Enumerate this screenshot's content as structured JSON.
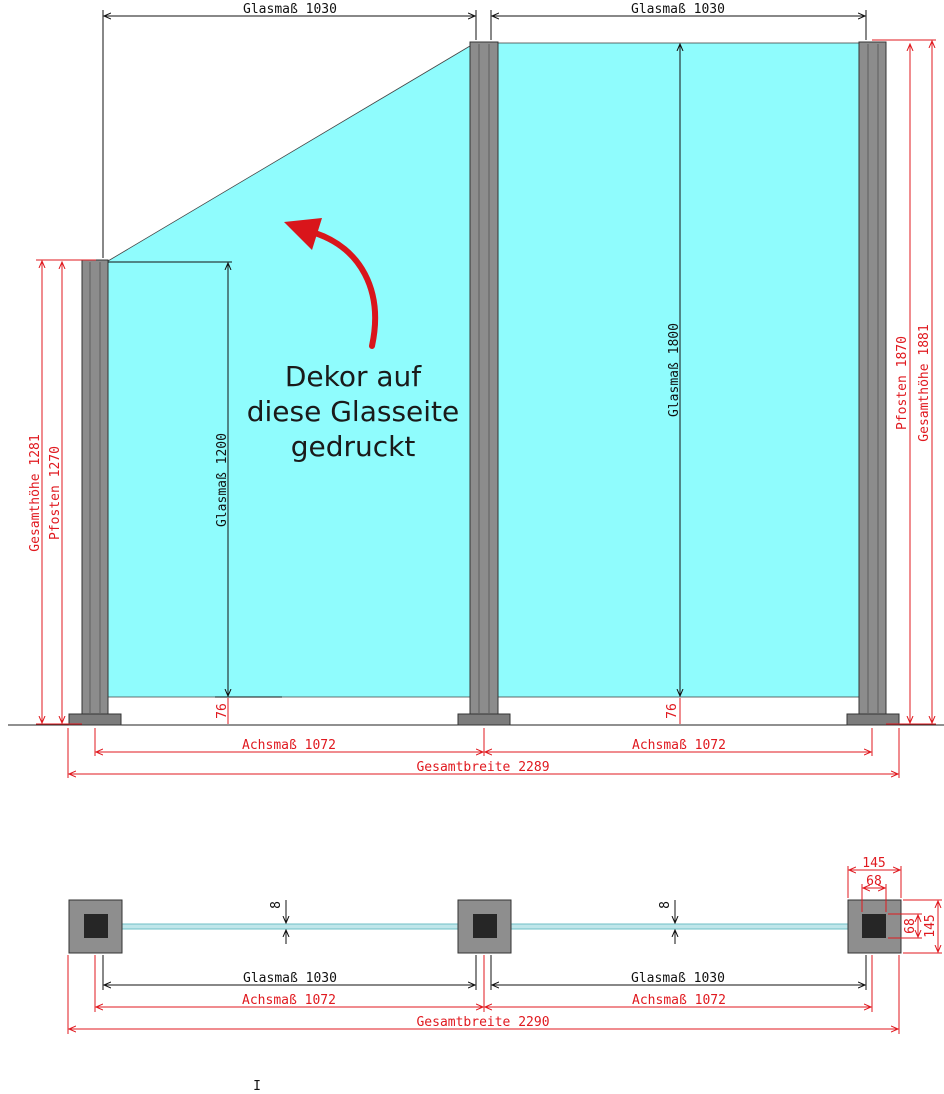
{
  "colors": {
    "glass": "#8ffcfd",
    "post": "#8c8c8c",
    "post_dark": "#5e5e5e",
    "base": "#7c7c7c",
    "dim_red": "#e0191f",
    "dim_black": "#111111",
    "arrow": "#d9151b",
    "top_view_pad": "#8e8e8e",
    "top_view_core": "#262626",
    "glass_line": "#6fbfc6"
  },
  "front_view": {
    "top_glass_left": "Glasmaß 1030",
    "top_glass_right": "Glasmaß 1030",
    "glass_height_left": "Glasmaß 1200",
    "glass_height_right": "Glasmaß 1800",
    "gap_left": "76",
    "gap_right": "76",
    "left_total_height": "Gesamthöhe 1281",
    "left_post_height": "Pfosten 1270",
    "right_post_height": "Pfosten 1870",
    "right_total_height": "Gesamthöhe 1881",
    "axis_left": "Achsmaß 1072",
    "axis_right": "Achsmaß 1072",
    "total_width": "Gesamtbreite 2289",
    "note_lines": [
      "Dekor auf",
      "diese Glasseite",
      "gedruckt"
    ]
  },
  "top_view": {
    "glass_thickness_left": "8",
    "glass_thickness_right": "8",
    "post_width": "145",
    "post_core": "68",
    "post_core_side": "68",
    "post_depth": "145",
    "glass_left": "Glasmaß 1030",
    "glass_right": "Glasmaß 1030",
    "axis_left": "Achsmaß 1072",
    "axis_right": "Achsmaß 1072",
    "total_width": "Gesamtbreite 2290"
  },
  "stray_mark": "I"
}
